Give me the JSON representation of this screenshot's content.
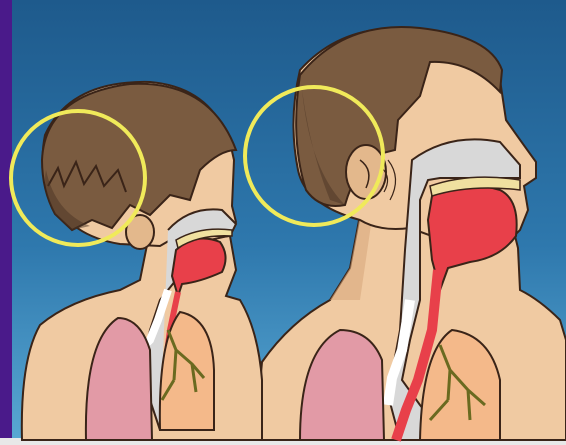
{
  "illustration": {
    "subjects": [
      "child",
      "adult"
    ],
    "regions_highlighted": [
      "child-back-of-head",
      "adult-back-of-head"
    ],
    "colors": {
      "left_bar": "#4a1a8a",
      "background_top": "#1e5a8c",
      "background_bottom": "#5aa9d4",
      "hair": "#7a5b40",
      "hair_dark": "#4a3424",
      "skin": "#f0caa2",
      "skin_shadow": "#d9a97d",
      "airway": "#d8d8d8",
      "throat_red": "#e8404a",
      "lung": "#e29aa6",
      "lung_right": "#f4b98a",
      "bronchi": "#6a6a20",
      "highlight_circle": "#f0ea5a",
      "outline": "#3a2418"
    }
  }
}
